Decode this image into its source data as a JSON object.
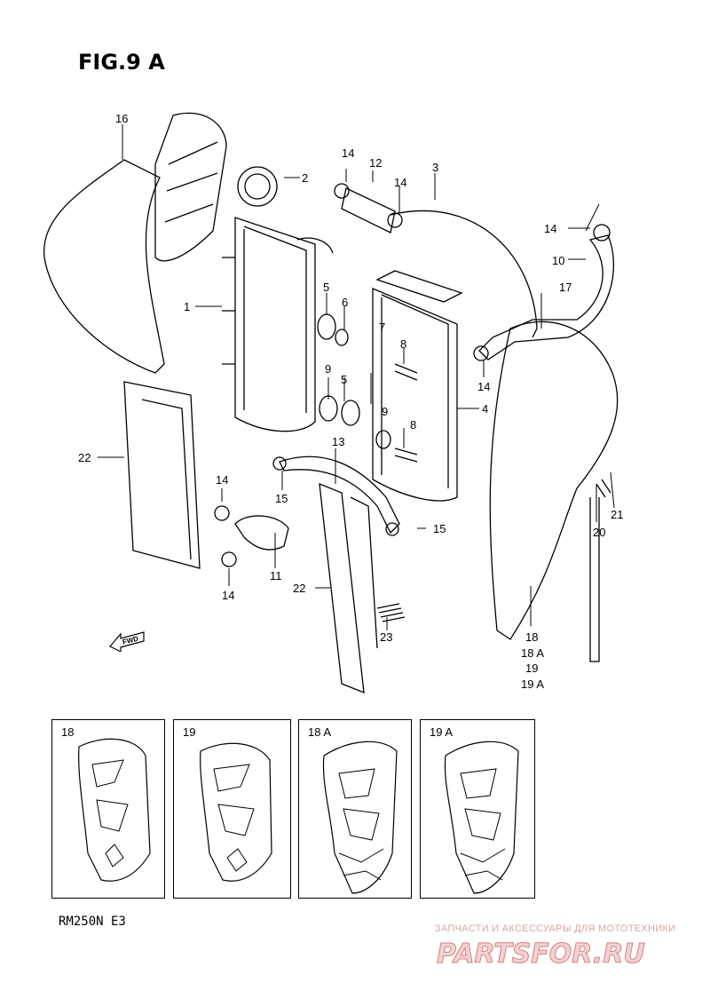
{
  "figure": {
    "title": "FIG.9 A"
  },
  "callouts": {
    "c1": "1",
    "c2": "2",
    "c3": "3",
    "c4": "4",
    "c5a": "5",
    "c5b": "5",
    "c6": "6",
    "c7": "7",
    "c8a": "8",
    "c8b": "8",
    "c9a": "9",
    "c9b": "9",
    "c10": "10",
    "c11": "11",
    "c12": "12",
    "c13": "13",
    "c14a": "14",
    "c14b": "14",
    "c14c": "14",
    "c14d": "14",
    "c14e": "14",
    "c15a": "15",
    "c15b": "15",
    "c16": "16",
    "c17": "17",
    "c18": "18",
    "c18a": "18 A",
    "c19": "19",
    "c19a": "19 A",
    "c20": "20",
    "c21": "21",
    "c22a": "22",
    "c22b": "22",
    "c23": "23"
  },
  "fwd_badge": "FWD",
  "insets": [
    {
      "label": "18"
    },
    {
      "label": "19"
    },
    {
      "label": "18 A"
    },
    {
      "label": "19 A"
    }
  ],
  "footer": {
    "model_code": "RM250N  E3"
  },
  "watermark": {
    "caption": "ЗАПЧАСТИ И АКСЕССУАРЫ ДЛЯ МОТОТЕХНИКИ",
    "logo": "PARTSFOR.RU",
    "color": "#d98080"
  },
  "colors": {
    "line": "#000000",
    "background": "#ffffff"
  }
}
